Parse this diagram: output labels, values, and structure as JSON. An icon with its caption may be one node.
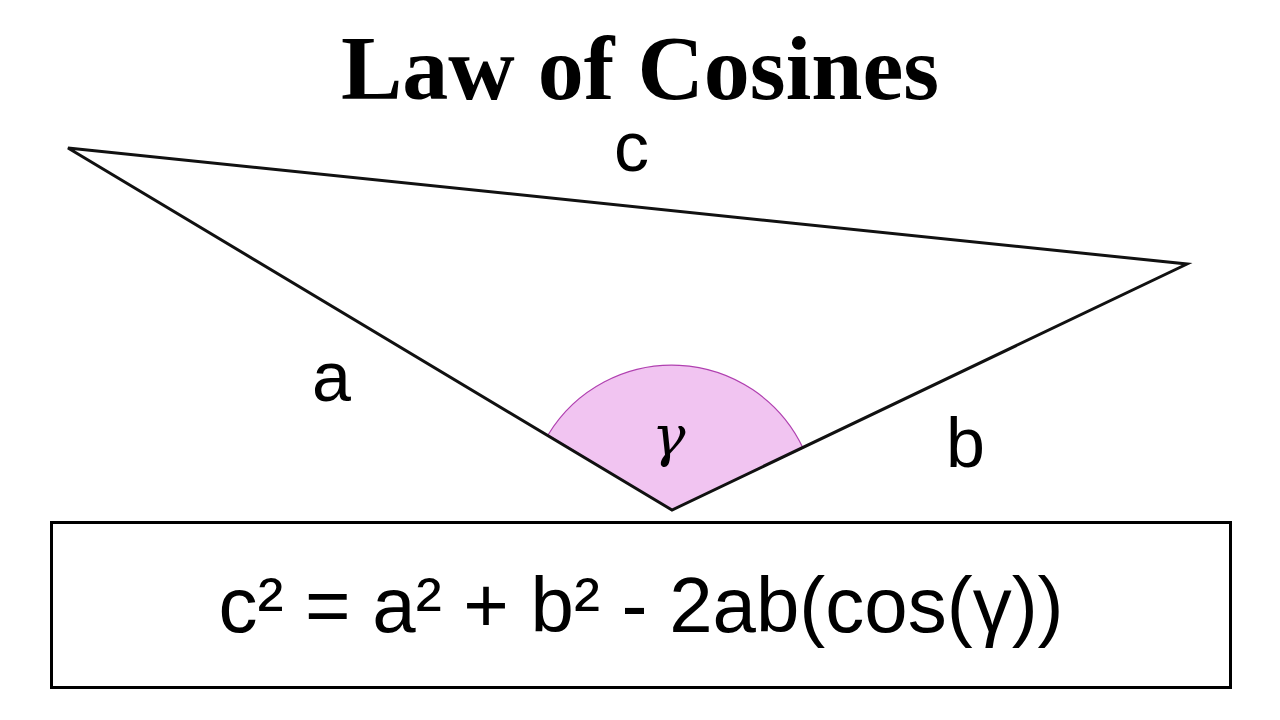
{
  "diagram": {
    "title": "Law of Cosines",
    "nodes": [
      {
        "text": [
          "γ"
        ]
      },
      {
        "text": [
          "c² = a² + b² - 2ab(cos(γ))"
        ]
      }
    ],
    "labels": [
      "c",
      "a",
      "b"
    ]
  }
}
